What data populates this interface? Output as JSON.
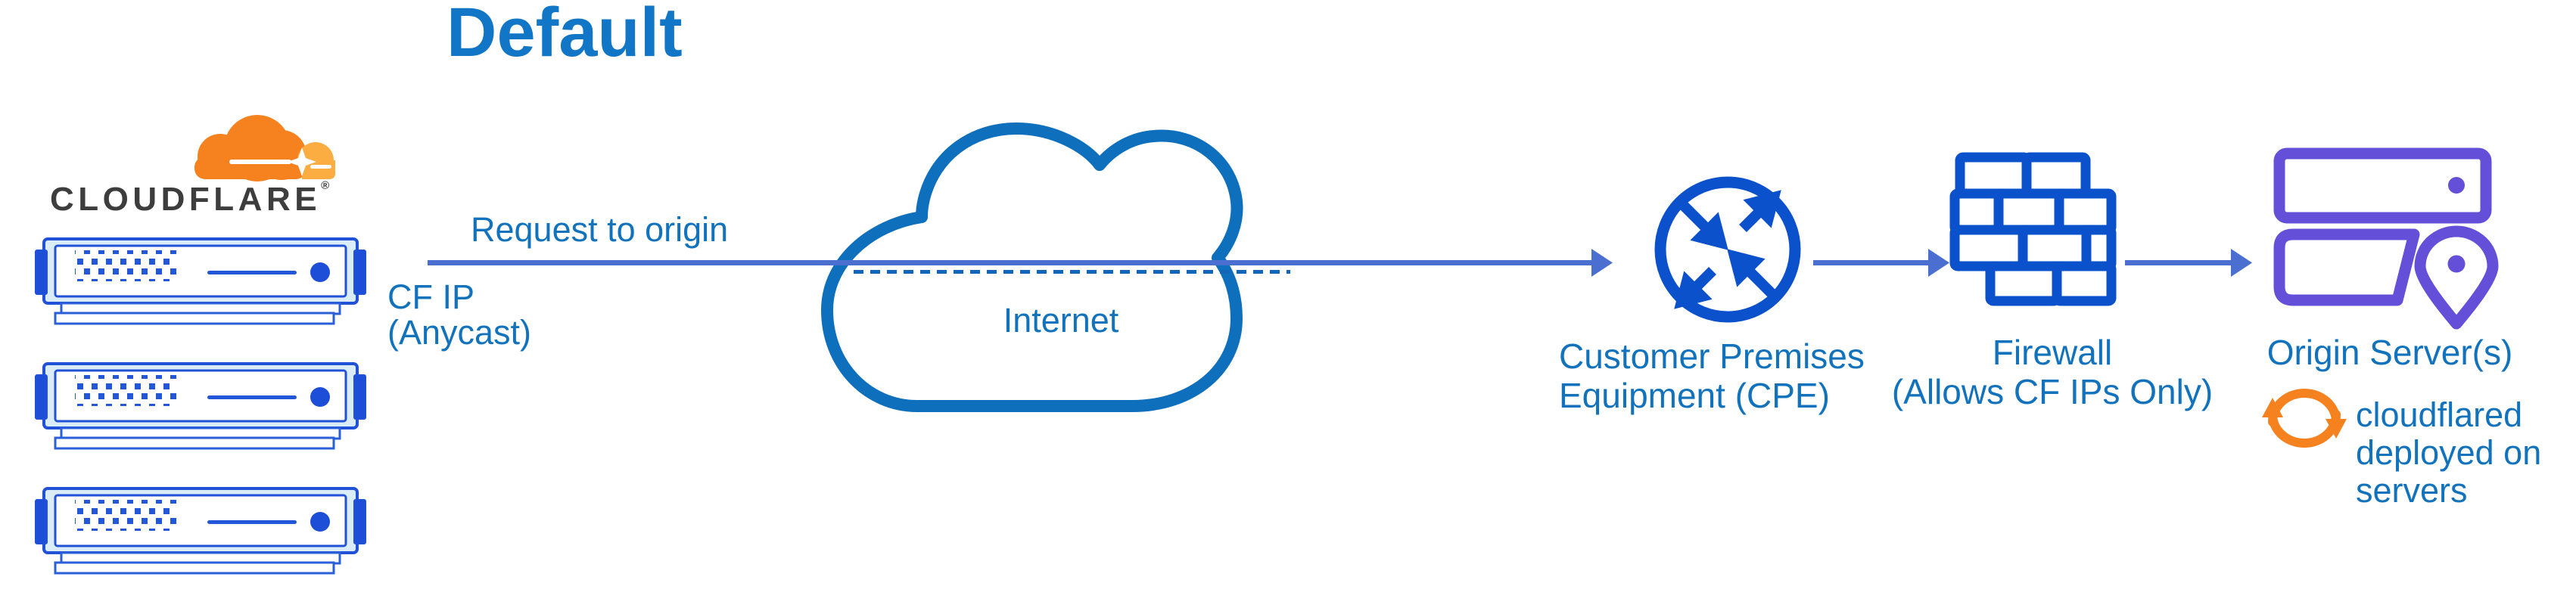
{
  "page": {
    "title": "Default"
  },
  "logo": {
    "wordmark": "CLOUDFLARE",
    "registered": "®"
  },
  "flow": {
    "request_to_origin": "Request to origin",
    "cf_ip_line1": "CF IP",
    "cf_ip_line2": "(Anycast)"
  },
  "nodes": {
    "internet": {
      "label": "Internet"
    },
    "cpe": {
      "line1": "Customer Premises",
      "line2": "Equipment (CPE)"
    },
    "firewall": {
      "line1": "Firewall",
      "line2": "(Allows CF IPs Only)"
    },
    "origin": {
      "label": "Origin Server(s)",
      "note1": "cloudflared",
      "note2": "deployed on",
      "note3": "servers"
    }
  },
  "colors": {
    "title_blue": "#1176c6",
    "text_blue": "#1273bc",
    "arrow_slate_blue": "#4a6fd0",
    "dashed_line_blue": "#1266b8",
    "icon_blue": "#0c51cc",
    "cloud_outline_blue": "#0e70bd",
    "rack_border_blue": "#2151d6",
    "rack_fill_light": "#d9ecf7",
    "rack_tab_blue": "#1d4ed8",
    "origin_purple": "#6450d8",
    "cloudflare_orange": "#f6821f",
    "cloudflare_orange_light": "#fbad41",
    "wordmark_dark": "#3d3d3e"
  }
}
